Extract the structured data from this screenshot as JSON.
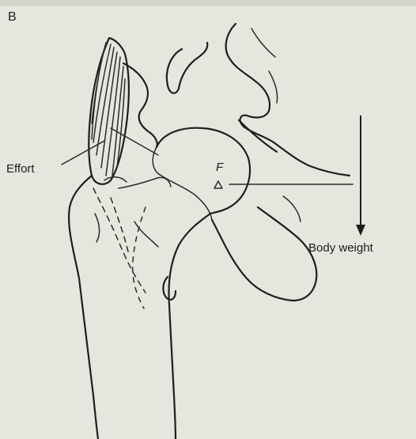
{
  "panel_label": "B",
  "labels": {
    "effort": "Effort",
    "fulcrum": "F",
    "body_weight": "Body weight"
  },
  "colors": {
    "background": "#e6e6df",
    "ink": "#1e1e1e"
  }
}
